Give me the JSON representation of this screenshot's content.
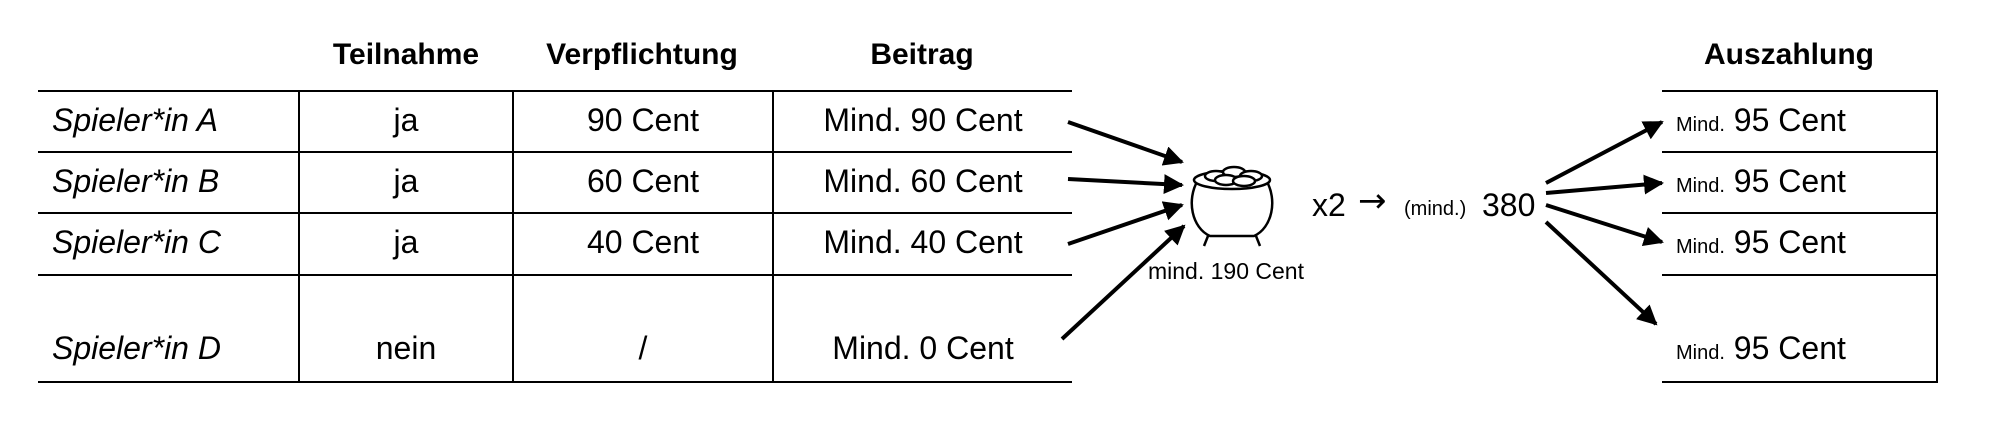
{
  "headers": {
    "teilnahme": "Teilnahme",
    "verpflichtung": "Verpflichtung",
    "beitrag": "Beitrag",
    "auszahlung": "Auszahlung"
  },
  "rows": [
    {
      "player": "Spieler*in A",
      "teilnahme": "ja",
      "verpflichtung": "90 Cent",
      "beitrag": "Mind. 90 Cent"
    },
    {
      "player": "Spieler*in B",
      "teilnahme": "ja",
      "verpflichtung": "60 Cent",
      "beitrag": "Mind. 60 Cent"
    },
    {
      "player": "Spieler*in C",
      "teilnahme": "ja",
      "verpflichtung": "40 Cent",
      "beitrag": "Mind. 40 Cent"
    },
    {
      "player": "Spieler*in D",
      "teilnahme": "nein",
      "verpflichtung": "/",
      "beitrag": "Mind. 0 Cent"
    }
  ],
  "pot": {
    "icon": "pot-of-coins-icon",
    "label": "mind. 190 Cent"
  },
  "multiplier": {
    "text": "x2",
    "arrow": "→",
    "prefix": "(mind.)",
    "value": "380"
  },
  "payouts": [
    {
      "prefix": "Mind.",
      "value": "95 Cent"
    },
    {
      "prefix": "Mind.",
      "value": "95 Cent"
    },
    {
      "prefix": "Mind.",
      "value": "95 Cent"
    },
    {
      "prefix": "Mind.",
      "value": "95 Cent"
    }
  ]
}
